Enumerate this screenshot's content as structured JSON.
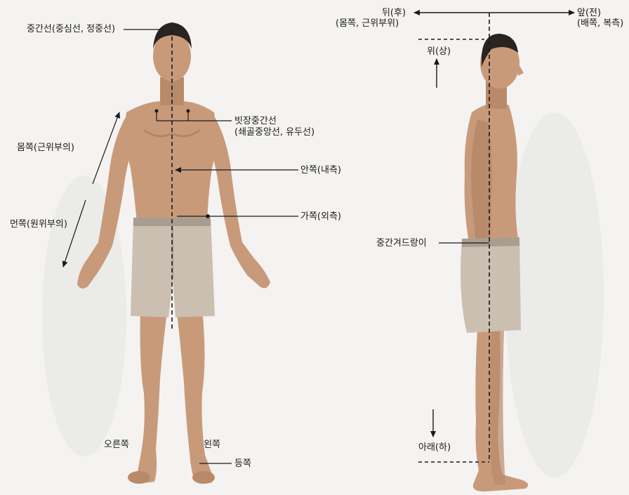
{
  "labels": {
    "midline": "중간선(중심선, 정중선)",
    "midclavicular_1": "빗장중간선",
    "midclavicular_2": "(쇄골중앙선, 유두선)",
    "proximal": "몸쪽(근위부의)",
    "distal": "먼쪽(원위부의)",
    "medial": "안쪽(내측)",
    "lateral": "가쪽(외측)",
    "right": "오른쪽",
    "left": "왼쪽",
    "dorsum": "등쪽",
    "posterior_1": "뒤(후)",
    "posterior_2": "(몸쪽, 근위부위)",
    "anterior_1": "앞(전)",
    "anterior_2": "(배쪽, 복측)",
    "superior": "위(상)",
    "midaxillary": "중간겨드랑이",
    "inferior": "아래(하)"
  },
  "colors": {
    "skin": "#c89a7a",
    "skin_shadow": "#a9785a",
    "hair": "#2a2420",
    "shorts": "#cbbfb1",
    "shorts_shadow": "#a99d90",
    "line": "#1a1a1a",
    "background": "#f4f3f1"
  }
}
